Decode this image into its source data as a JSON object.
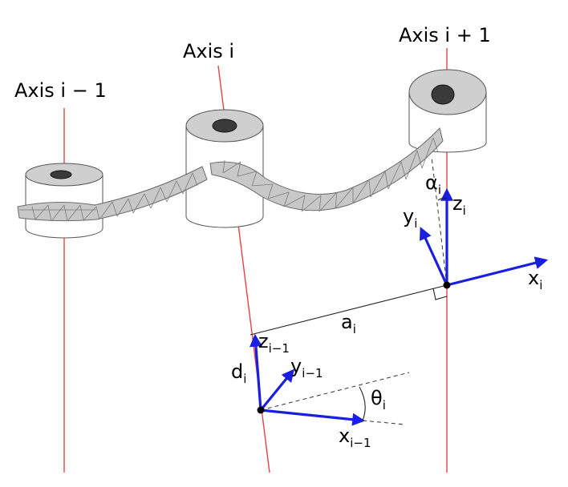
{
  "labels": {
    "axis_prev": "Axis i − 1",
    "axis_cur": "Axis i",
    "axis_next": "Axis i + 1",
    "a": {
      "base": "a",
      "sub": "i"
    },
    "d": {
      "base": "d",
      "sub": "i"
    },
    "alpha": {
      "base": "α",
      "sub": "i"
    },
    "theta": {
      "base": "θ",
      "sub": "i"
    },
    "x_i": {
      "base": "x",
      "sub": "i"
    },
    "y_i": {
      "base": "y",
      "sub": "i"
    },
    "z_i": {
      "base": "z",
      "sub": "i"
    },
    "x_prev": {
      "base": "x",
      "sub": "i−1"
    },
    "y_prev": {
      "base": "y",
      "sub": "i−1"
    },
    "z_prev": {
      "base": "z",
      "sub": "i−1"
    }
  },
  "colors": {
    "axis_line": "#e8414a",
    "frame_arrow": "#1a1ee0",
    "link_fill": "#c8c8c8",
    "link_stroke": "#6a6a6a"
  }
}
